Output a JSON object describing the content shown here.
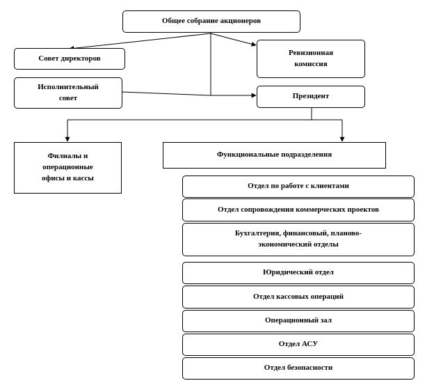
{
  "nodes": {
    "shareholders": "Общее собрание акционеров",
    "board": "Совет директоров",
    "audit": "Ревизионная\nкомиссия",
    "executive": "Исполнительный\nсовет",
    "president": "Президент",
    "branches": "Филиалы и\nоперационные\nофисы и кассы",
    "functional": "Функциональные подразделения"
  },
  "departments": [
    "Отдел по работе с клиентами",
    "Отдел сопровождения коммерческих проектов",
    "Бухгалтерия, финансовый, планово-\nэкономический отделы",
    "Юридический отдел",
    "Отдел кассовых операций",
    "Операционный зал",
    "Отдел АСУ",
    "Отдел безопасности"
  ]
}
